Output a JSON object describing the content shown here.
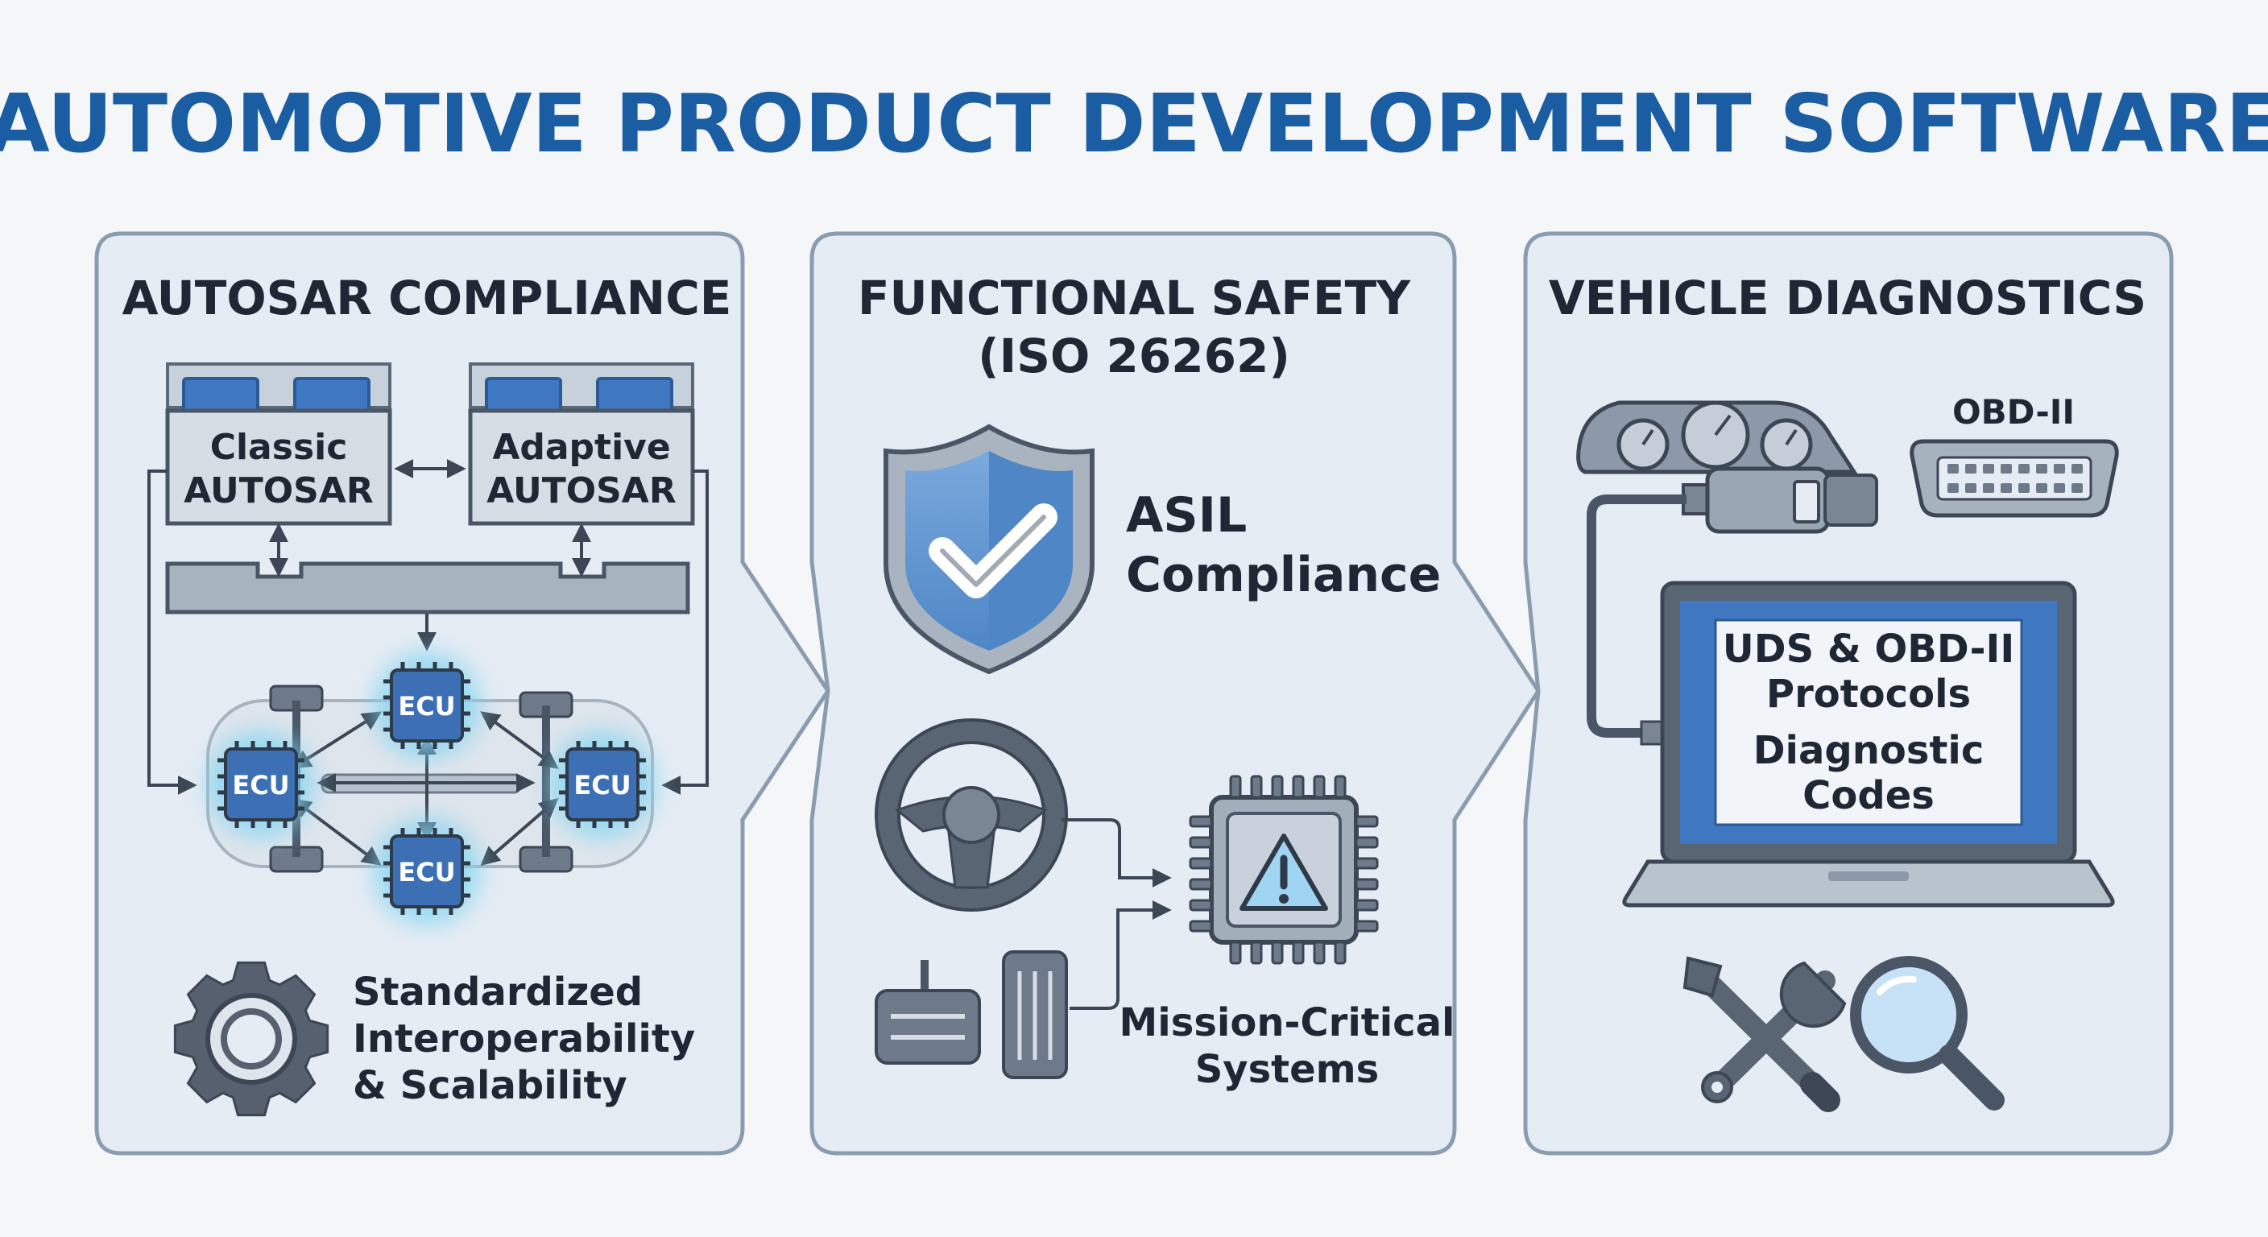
{
  "title": "AUTOMOTIVE PRODUCT DEVELOPMENT SOFTWARE",
  "colors": {
    "title": "#1b5da3",
    "panel_fill": "#e5ecf4",
    "panel_stroke": "#8a9cb0",
    "accent_blue": "#3f78c0",
    "dark_gray": "#4a5666",
    "ecu_glow": "#7fd4f2"
  },
  "panels": [
    {
      "heading": "AUTOSAR COMPLIANCE",
      "blocks": [
        "Classic",
        "AUTOSAR",
        "Adaptive",
        "AUTOSAR"
      ],
      "ecu_label": "ECU",
      "footer": [
        "Standardized",
        "Interoperability",
        "& Scalability"
      ],
      "icons": [
        "module-icon",
        "ecu-chip-icon",
        "gear-icon"
      ]
    },
    {
      "heading": [
        "FUNCTIONAL SAFETY",
        "(ISO 26262)"
      ],
      "asil": [
        "ASIL",
        "Compliance"
      ],
      "footer": [
        "Mission-Critical",
        "Systems"
      ],
      "icons": [
        "shield-check-icon",
        "steering-wheel-icon",
        "brake-pedal-icon",
        "accelerator-pedal-icon",
        "warning-chip-icon"
      ]
    },
    {
      "heading": "VEHICLE DIAGNOSTICS",
      "port_label": "OBD-II",
      "screen": [
        "UDS & OBD-II",
        "Protocols",
        "Diagnostic",
        "Codes"
      ],
      "icons": [
        "dashboard-icon",
        "obd-connector-icon",
        "obd-port-icon",
        "laptop-icon",
        "wrench-screwdriver-icon",
        "magnifier-icon"
      ]
    }
  ]
}
